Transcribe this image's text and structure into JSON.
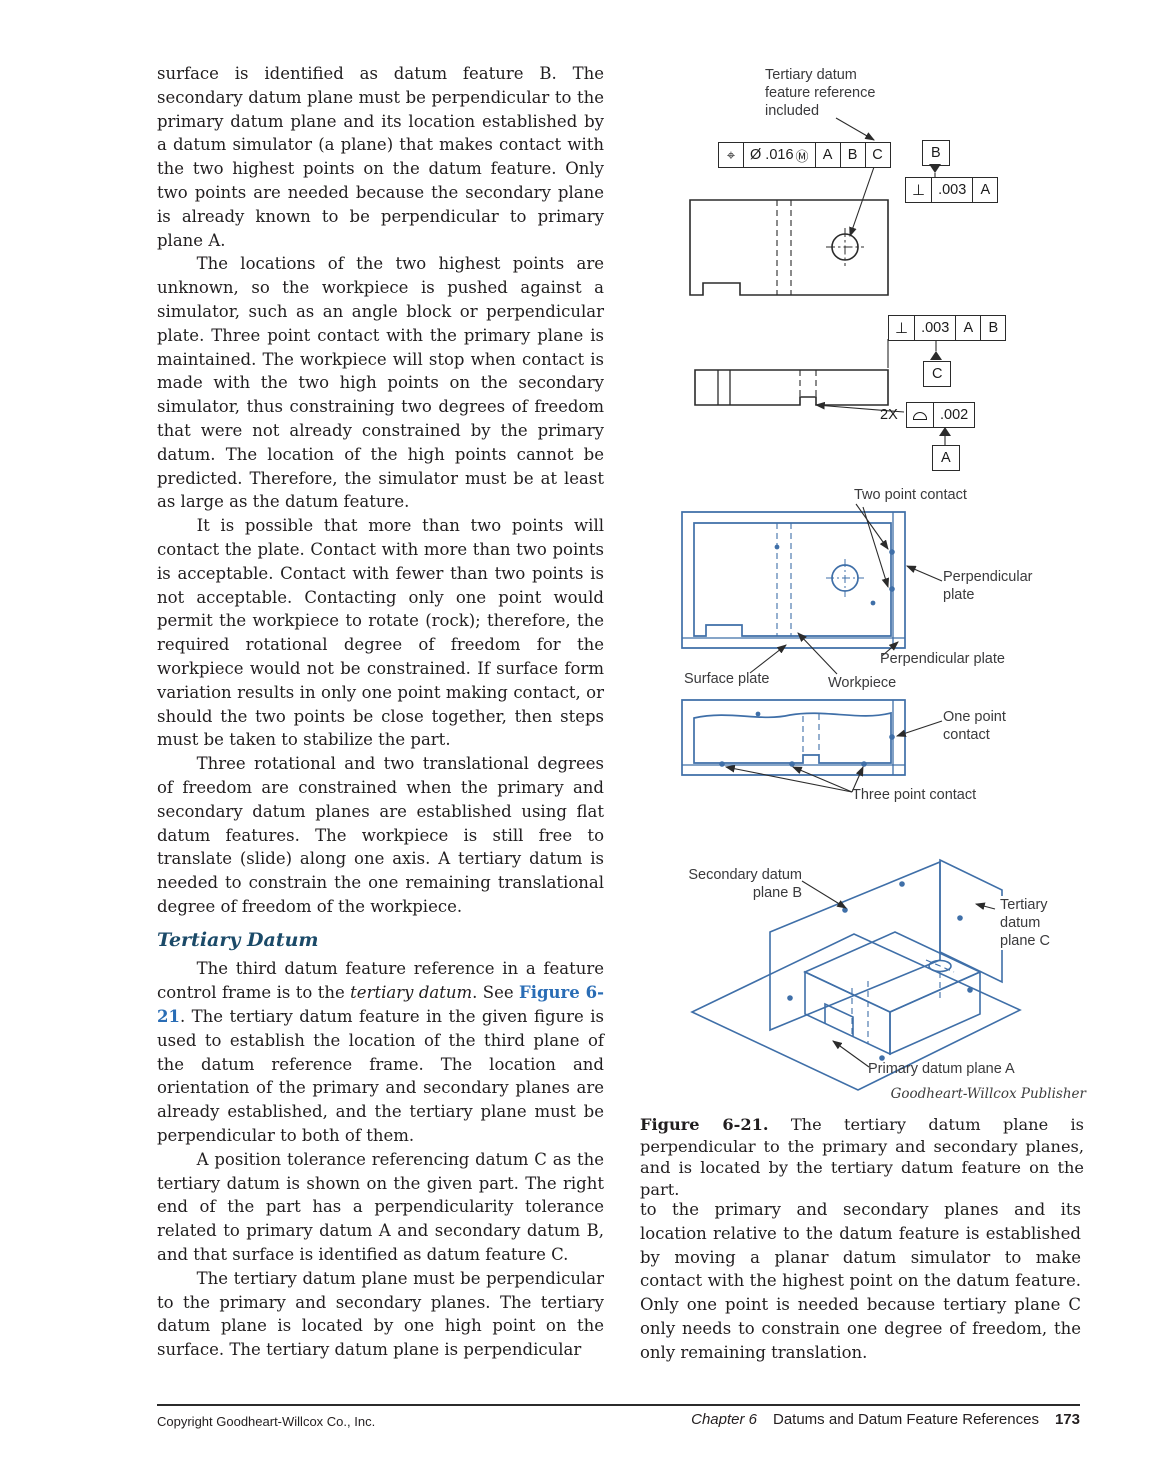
{
  "left_column": {
    "para1": "surface is identified as datum feature B. The secondary datum plane must be perpendicular to the primary datum plane and its location established by a datum simulator (a plane) that makes contact with the two highest points on the datum feature. Only two points are needed because the secondary plane is already known to be perpendicular to primary plane A.",
    "para2": "The locations of the two highest points are unknown, so the workpiece is pushed against a simulator, such as an angle block or perpendicular plate. Three point contact with the primary plane is maintained. The workpiece will stop when contact is made with the two high points on the secondary simulator, thus constraining two degrees of freedom that were not already constrained by the primary datum. The location of the high points cannot be predicted. Therefore, the simulator must be at least as large as the datum feature.",
    "para3": "It is possible that more than two points will contact the plate. Contact with more than two points is acceptable. Contact with fewer than two points is not acceptable. Contacting only one point would permit the workpiece to rotate (rock); therefore, the required rotational degree of freedom for the workpiece would not be constrained. If surface form variation results in only one point making contact, or should the two points be close together, then steps must be taken to stabilize the part.",
    "para4": "Three rotational and two translational degrees of freedom are constrained when the primary and secondary datum planes are established using flat datum features. The workpiece is still free to translate (slide) along one axis. A tertiary datum is needed to constrain the one remaining translational degree of freedom of the workpiece.",
    "heading": "Tertiary Datum",
    "para5": {
      "p1": "The third datum feature reference in a feature control frame is to the ",
      "em": "tertiary datum",
      "p2": ". See ",
      "link": "Figure 6-21",
      "p3": ". The tertiary datum feature in the given figure is used to establish the location of the third plane of the datum reference frame. The location and orientation of the primary and secondary planes are already established, and the tertiary plane must be perpendicular to both of them."
    },
    "para6": "A position tolerance referencing datum C as the tertiary datum is shown on the given part. The right end of the part has a perpendicularity tolerance related to primary datum A and secondary datum B, and that surface is identified as datum feature C.",
    "para7": "The tertiary datum plane must be perpendicular to the primary and secondary planes. The tertiary datum plane is located by one high point on the surface. The tertiary datum plane is perpendicular"
  },
  "figure": {
    "labels": {
      "tertiary_ref": "Tertiary datum\nfeature reference\nincluded",
      "two_point": "Two point contact",
      "perp_right": "Perpendicular\nplate",
      "perp_bottom": "Perpendicular plate",
      "surface_plate": "Surface plate",
      "workpiece": "Workpiece",
      "one_point": "One point\ncontact",
      "three_point": "Three point contact",
      "secondary": "Secondary datum\nplane B",
      "tertiary": "Tertiary\ndatum\nplane C",
      "primary": "Primary datum plane A"
    },
    "fcf1": {
      "sym": "⌖",
      "tol": "Ø .016",
      "mod": "Ⓜ",
      "d1": "A",
      "d2": "B",
      "d3": "C"
    },
    "datum_b": "B",
    "fcf2": {
      "sym": "⊥",
      "tol": ".003",
      "d1": "A"
    },
    "fcf3": {
      "sym": "⊥",
      "tol": ".003",
      "d1": "A",
      "d2": "B"
    },
    "datum_c": "C",
    "fcf4_prefix": "2X",
    "fcf4": {
      "sym_icon": "profile-of-a-line-icon",
      "tol": ".002"
    },
    "datum_a": "A",
    "attribution": "Goodheart-Willcox Publisher"
  },
  "caption": {
    "label": "Figure 6-21.",
    "text": "The tertiary datum plane is perpendicular to the primary and secondary planes, and is located by the tertiary datum feature on the part."
  },
  "right_column": {
    "para": "to the primary and secondary planes and its location relative to the datum feature is established by moving a planar datum simulator to make contact with the highest point on the datum feature. Only one point is needed because tertiary plane C only needs to constrain one degree of freedom, the only remaining translation."
  },
  "footer": {
    "copyright": "Copyright Goodheart-Willcox Co., Inc.",
    "chapter": "Chapter 6",
    "title": "Datums and Datum Feature References",
    "page": "173"
  }
}
